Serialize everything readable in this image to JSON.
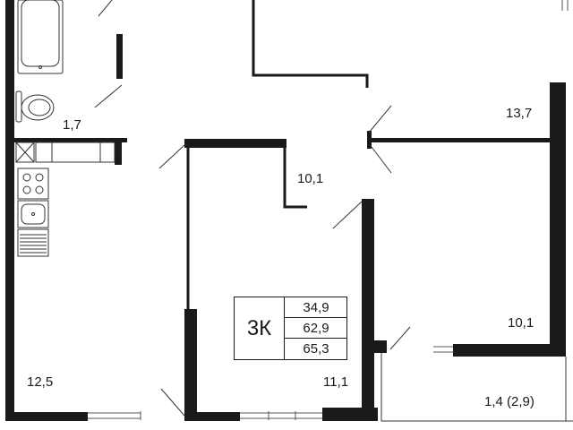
{
  "plan": {
    "apartment_type": "3К",
    "areas": [
      "34,9",
      "62,9",
      "65,3"
    ],
    "rooms": [
      {
        "id": "bathroom",
        "label": "1,7"
      },
      {
        "id": "bedroom-top-right",
        "label": "13,7"
      },
      {
        "id": "wardrobe",
        "label": "10,1"
      },
      {
        "id": "bedroom-right",
        "label": "10,1"
      },
      {
        "id": "kitchen",
        "label": "12,5"
      },
      {
        "id": "bedroom-center",
        "label": "11,1"
      },
      {
        "id": "balcony",
        "label": "1,4 (2,9)"
      }
    ]
  },
  "colors": {
    "wall": "#1a1a1a",
    "line": "#333333",
    "background": "#ffffff"
  }
}
